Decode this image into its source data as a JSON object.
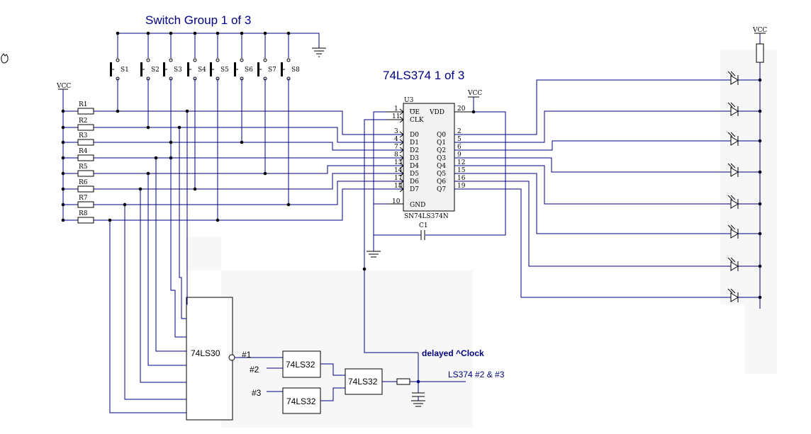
{
  "titles": {
    "switch_group": "Switch Group 1 of 3",
    "latch": "74LS374 1 of 3"
  },
  "supply": {
    "vcc_left": "VCC",
    "vcc_chip": "VCC",
    "vcc_right": "VCC"
  },
  "switches": [
    "S1",
    "S2",
    "S3",
    "S4",
    "S5",
    "S6",
    "S7",
    "S8"
  ],
  "resistors": [
    "R1",
    "R2",
    "R3",
    "R4",
    "R5",
    "R6",
    "R7",
    "R8"
  ],
  "chip": {
    "ref": "U3",
    "part": "SN74LS374N",
    "oe": "OE",
    "clk": "CLK",
    "vdd": "VDD",
    "gnd": "GND",
    "pin_oe": "1",
    "pin_clk": "11",
    "pin_vdd": "20",
    "pin_gnd": "10",
    "inputs": [
      {
        "pin": "3",
        "name": "D0"
      },
      {
        "pin": "4",
        "name": "D1"
      },
      {
        "pin": "7",
        "name": "D2"
      },
      {
        "pin": "8",
        "name": "D3"
      },
      {
        "pin": "13",
        "name": "D4"
      },
      {
        "pin": "14",
        "name": "D5"
      },
      {
        "pin": "17",
        "name": "D6"
      },
      {
        "pin": "18",
        "name": "D7"
      }
    ],
    "outputs": [
      {
        "pin": "2",
        "name": "Q0"
      },
      {
        "pin": "5",
        "name": "Q1"
      },
      {
        "pin": "6",
        "name": "Q2"
      },
      {
        "pin": "9",
        "name": "Q3"
      },
      {
        "pin": "12",
        "name": "Q4"
      },
      {
        "pin": "15",
        "name": "Q5"
      },
      {
        "pin": "16",
        "name": "Q6"
      },
      {
        "pin": "19",
        "name": "Q7"
      }
    ]
  },
  "capacitor": "C1",
  "logic": {
    "nand8": "74LS30",
    "or_a": "74LS32",
    "or_b": "74LS32",
    "or_c": "74LS32",
    "net1": "#1",
    "net2": "#2",
    "net3": "#3",
    "delayed_clock": "delayed ^Clock",
    "output_label": "LS374 #2 & #3"
  }
}
